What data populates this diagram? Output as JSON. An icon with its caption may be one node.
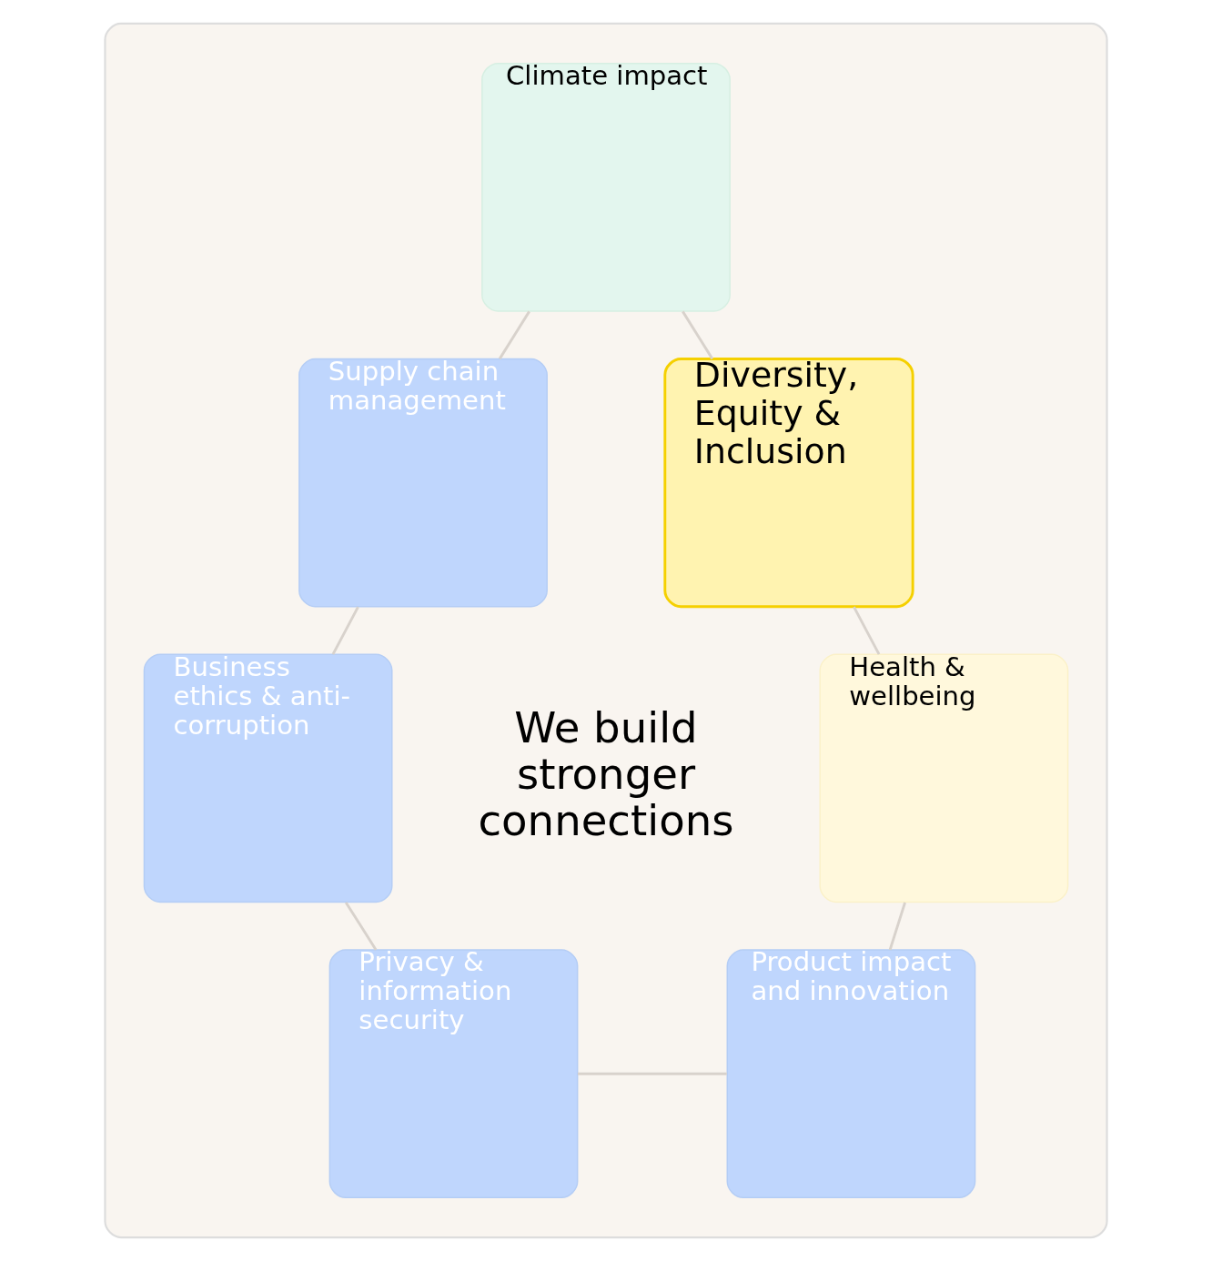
{
  "diagram": {
    "nodes": [
      {
        "text": [],
        "shape": "box"
      },
      {
        "text": [
          "Climate impact"
        ],
        "in": 0
      },
      {
        "text": [
          "Supply chain management"
        ],
        "in": 0
      },
      {
        "text": [
          "Diversity, Equity & Inclusion"
        ],
        "in": 0
      },
      {
        "text": [
          "Health & wellbeing"
        ],
        "in": 0
      },
      {
        "text": [
          "Business ethics & anti-corruption"
        ],
        "in": 0
      },
      {
        "text": [
          "Privacy & information security"
        ],
        "in": 0
      },
      {
        "text": [
          "Product impact and innovation"
        ],
        "in": 0
      }
    ],
    "edges": [
      {
        "from": 1,
        "to": 3,
        "arrow": "none"
      },
      {
        "from": 3,
        "to": 4,
        "arrow": "none"
      },
      {
        "from": 4,
        "to": 7,
        "arrow": "none"
      },
      {
        "from": 7,
        "to": 6,
        "arrow": "none"
      },
      {
        "from": 6,
        "to": 5,
        "arrow": "none"
      },
      {
        "from": 5,
        "to": 2,
        "arrow": "none"
      },
      {
        "from": 2,
        "to": 1,
        "arrow": "none"
      }
    ],
    "labels": [
      "We build stronger connections"
    ]
  }
}
